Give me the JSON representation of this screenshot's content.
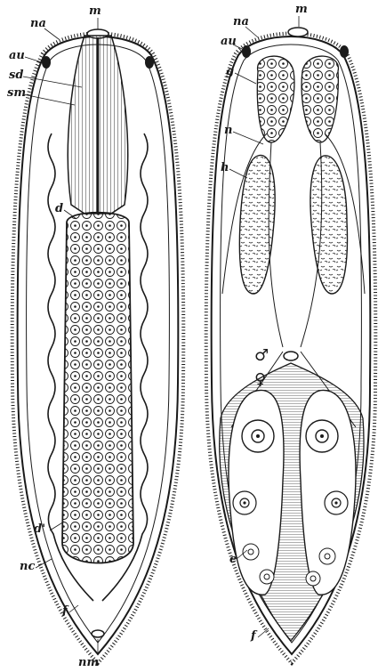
{
  "colors": {
    "ink": "#1a1a1a",
    "paper": "#ffffff"
  },
  "left_specimen": {
    "labels": {
      "m": "m",
      "na": "na",
      "au": "au",
      "sd": "sd",
      "sm": "sm",
      "d": "d",
      "d_prime": "d'",
      "nc": "nc",
      "f": "f",
      "nm": "nm"
    }
  },
  "right_specimen": {
    "labels": {
      "m": "m",
      "na": "na",
      "au": "au",
      "g": "g",
      "n": "n",
      "h": "h",
      "e": "e",
      "f": "f"
    },
    "symbols": {
      "male": "♂",
      "female": "♀"
    }
  }
}
